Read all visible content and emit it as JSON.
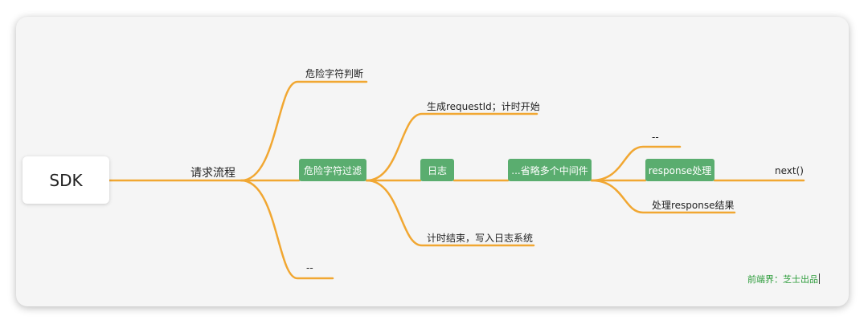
{
  "diagram": {
    "root": "SDK",
    "main_branch": "请求流程",
    "upper_branch": "危险字符判断",
    "lower_branch": "--",
    "filter_node": "危险字符过滤",
    "filter_upper": "生成requestId；计时开始",
    "filter_lower": "计时结束，写入日志系统",
    "log_node": "日志",
    "middleware_node": "...省略多个中间件",
    "middleware_upper": "--",
    "middleware_lower": "处理response结果",
    "response_node": "response处理",
    "next_label": "next()"
  },
  "credit": "前端界：芝士出品",
  "colors": {
    "link": "#f1a732",
    "node_fill": "#5aad6f",
    "canvas": "#f5f5f5",
    "credit": "#2e9d3c"
  }
}
